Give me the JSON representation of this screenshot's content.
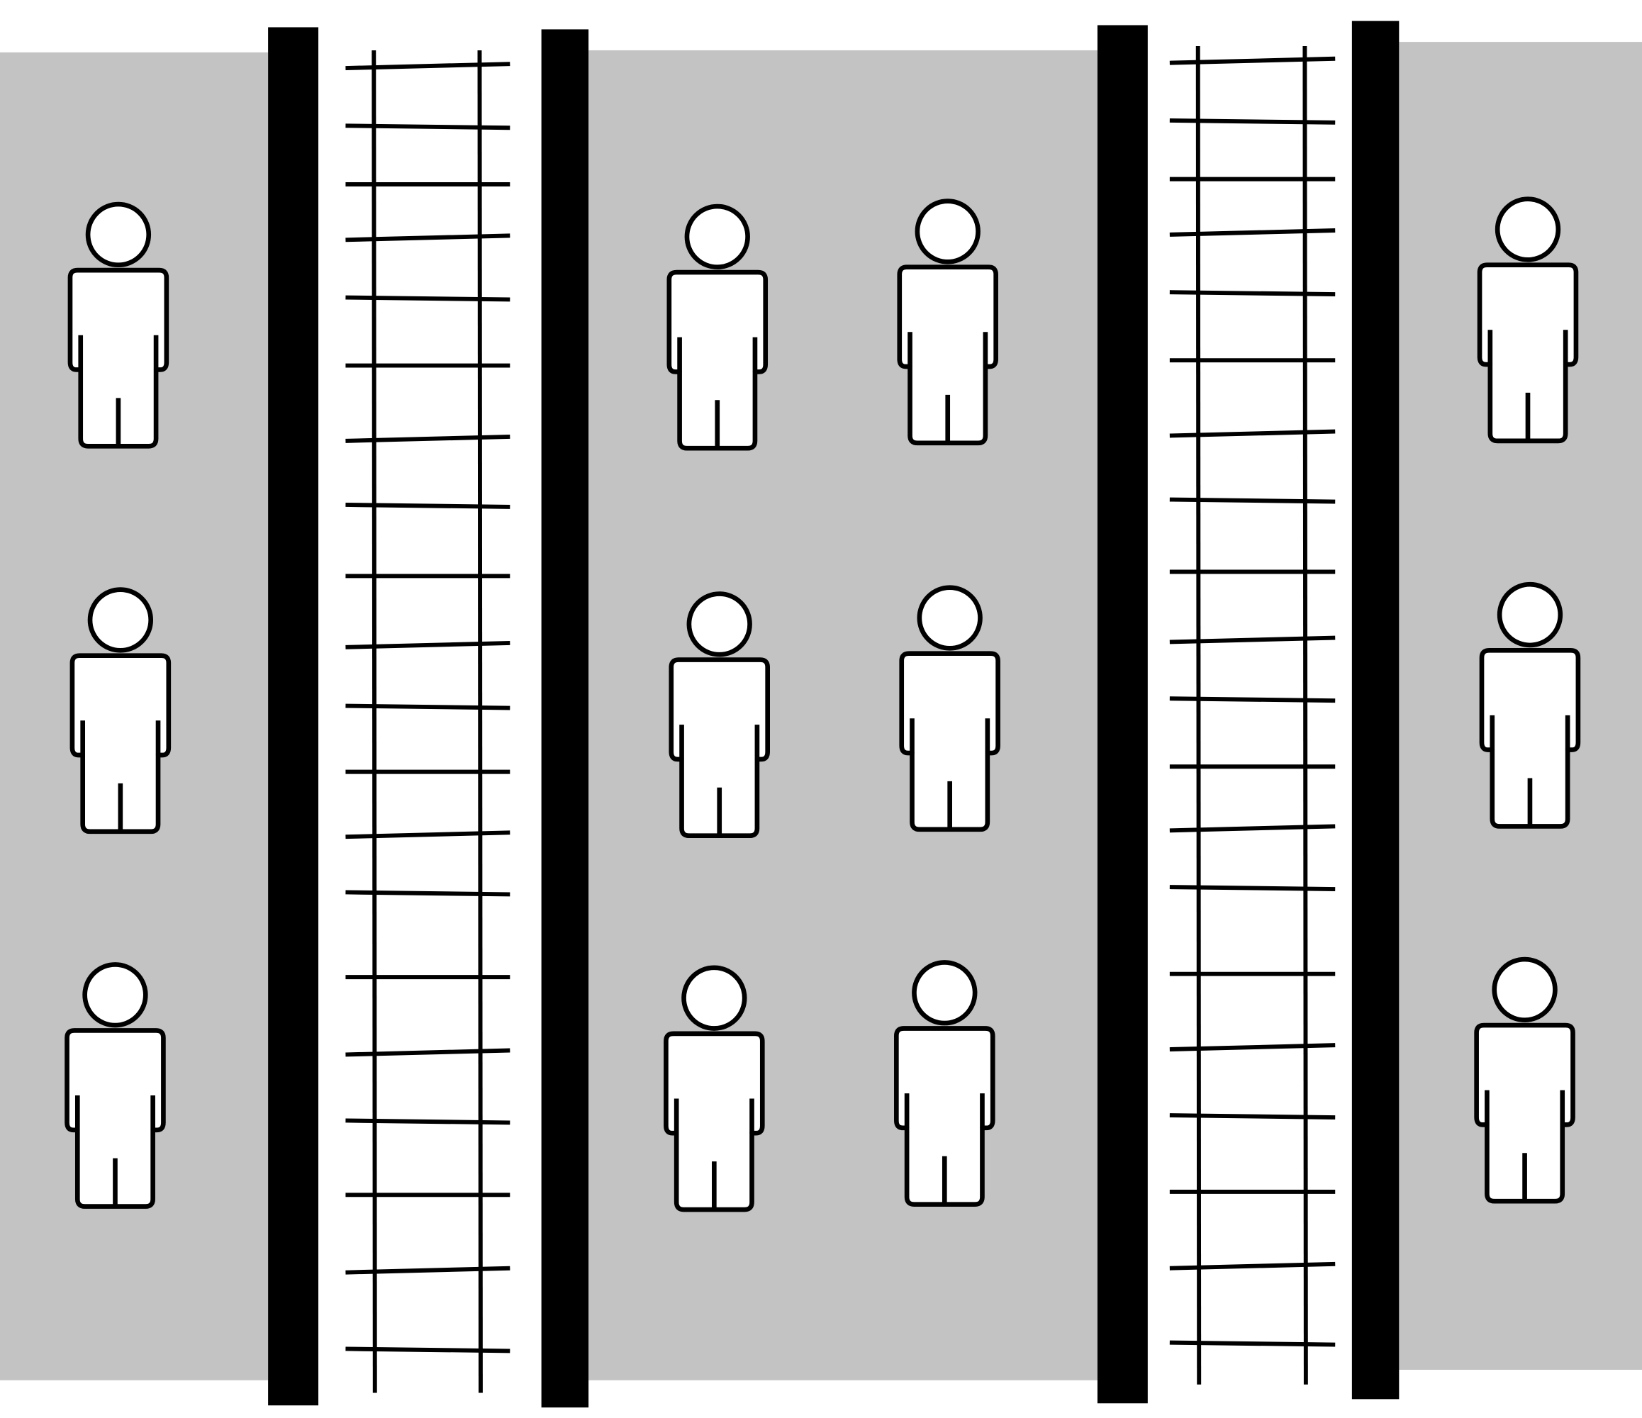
{
  "colors": {
    "platform": "#c3c3c3",
    "platform_edge": "#000000",
    "track": "#000000",
    "background": "#ffffff",
    "person_fill": "#ffffff",
    "person_stroke": "#000000"
  },
  "elements": {
    "platforms": [
      "left-platform",
      "middle-platform",
      "right-platform"
    ],
    "tracks": [
      "left-track",
      "right-track"
    ],
    "person_icon": "person-icon",
    "people_per_platform": {
      "left-platform": 3,
      "middle-platform": 6,
      "right-platform": 3
    }
  }
}
